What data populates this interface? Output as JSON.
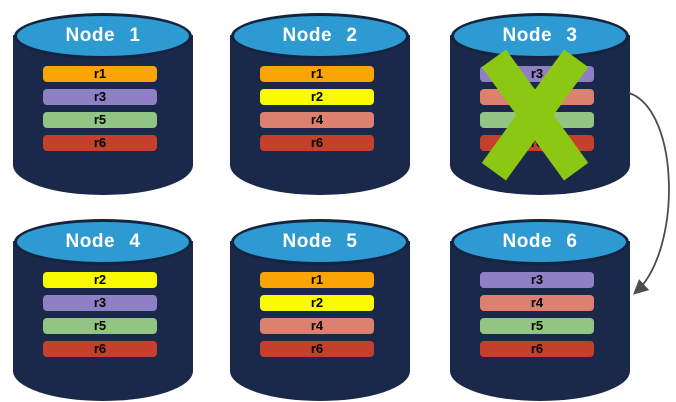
{
  "palette": {
    "background": "#ffffff",
    "cylinder_body": "#1A2849",
    "cylinder_top_fill": "#2E9AD2",
    "cylinder_top_border": "#14233E",
    "node_title_text": "#ffffff",
    "replica_label_text": "#000000",
    "failure_x": "#8CC714",
    "arrow": "#4D4D4D"
  },
  "replica_colors": {
    "r1": "#FAA405",
    "r2": "#FBFB00",
    "r3": "#8F7FC4",
    "r4": "#DC8070",
    "r5": "#92C583",
    "r6": "#C4402A"
  },
  "nodes": [
    {
      "label": "Node 1",
      "failed": false,
      "replicas": [
        {
          "label": "r1",
          "color": "#FAA405"
        },
        {
          "label": "r3",
          "color": "#8F7FC4"
        },
        {
          "label": "r5",
          "color": "#92C583"
        },
        {
          "label": "r6",
          "color": "#C4402A"
        }
      ]
    },
    {
      "label": "Node 2",
      "failed": false,
      "replicas": [
        {
          "label": "r1",
          "color": "#FAA405"
        },
        {
          "label": "r2",
          "color": "#FBFB00"
        },
        {
          "label": "r4",
          "color": "#DC8070"
        },
        {
          "label": "r6",
          "color": "#C4402A"
        }
      ]
    },
    {
      "label": "Node 3",
      "failed": true,
      "replicas": [
        {
          "label": "r3",
          "color": "#8F7FC4"
        },
        {
          "label": "r4",
          "color": "#DC8070"
        },
        {
          "label": "r5",
          "color": "#92C583"
        },
        {
          "label": "r6",
          "color": "#C4402A"
        }
      ]
    },
    {
      "label": "Node 4",
      "failed": false,
      "replicas": [
        {
          "label": "r2",
          "color": "#FBFB00"
        },
        {
          "label": "r3",
          "color": "#8F7FC4"
        },
        {
          "label": "r5",
          "color": "#92C583"
        },
        {
          "label": "r6",
          "color": "#C4402A"
        }
      ]
    },
    {
      "label": "Node 5",
      "failed": false,
      "replicas": [
        {
          "label": "r1",
          "color": "#FAA405"
        },
        {
          "label": "r2",
          "color": "#FBFB00"
        },
        {
          "label": "r4",
          "color": "#DC8070"
        },
        {
          "label": "r6",
          "color": "#C4402A"
        }
      ]
    },
    {
      "label": "Node 6",
      "failed": false,
      "replicas": [
        {
          "label": "r3",
          "color": "#8F7FC4"
        },
        {
          "label": "r4",
          "color": "#DC8070"
        },
        {
          "label": "r5",
          "color": "#92C583"
        },
        {
          "label": "r6",
          "color": "#C4402A"
        }
      ]
    }
  ],
  "annotations": {
    "failure_x_on": "Node 3",
    "arrow": {
      "from": "Node 3",
      "to": "Node 6"
    }
  }
}
